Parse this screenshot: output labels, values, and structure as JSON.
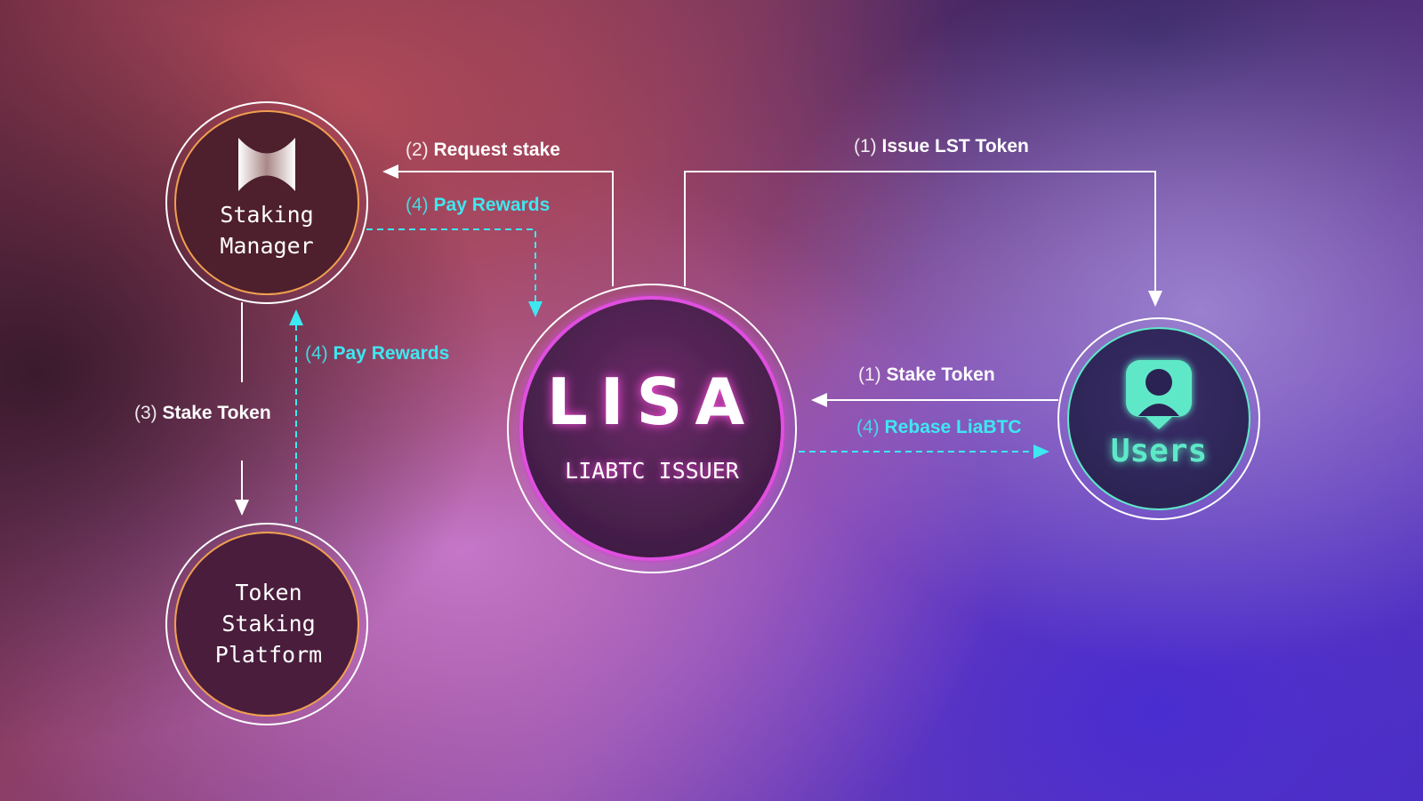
{
  "nodes": {
    "staking_manager": {
      "line1": "Staking",
      "line2": "Manager"
    },
    "token_staking_platform": {
      "line1": "Token",
      "line2": "Staking",
      "line3": "Platform"
    },
    "lisa": {
      "logo": "LISA",
      "subtitle": "LIABTC ISSUER"
    },
    "users": {
      "label": "Users"
    }
  },
  "edges": {
    "request_stake": {
      "step": "(2)",
      "text": "Request stake"
    },
    "issue_lst": {
      "step": "(1)",
      "text": "Issue LST Token"
    },
    "pay_rewards_top": {
      "step": "(4)",
      "text": "Pay Rewards"
    },
    "pay_rewards_left": {
      "step": "(4)",
      "text": "Pay Rewards"
    },
    "stake_token_3": {
      "step": "(3)",
      "text": "Stake Token"
    },
    "stake_token_1": {
      "step": "(1)",
      "text": "Stake Token"
    },
    "rebase": {
      "step": "(4)",
      "text": "Rebase LiaBTC"
    }
  },
  "colors": {
    "accent_cyan": "#3ee8f0",
    "lisa_pink": "#ff4fe0",
    "users_teal": "#5ee8c8",
    "ring_orange": "#f0a050"
  }
}
